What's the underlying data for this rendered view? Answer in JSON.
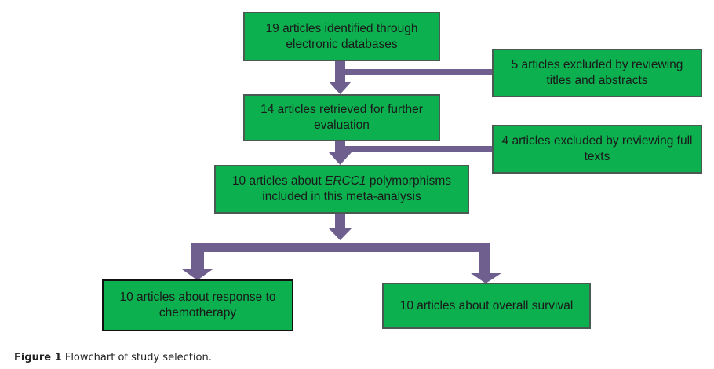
{
  "flowchart": {
    "identified": "19 articles identified through electronic databases",
    "excluded_1": "5 articles excluded by reviewing titles and abstracts",
    "retrieved": "14 articles retrieved for further evaluation",
    "excluded_2": "4 articles excluded by reviewing full texts",
    "included_prefix": "10 articles about ",
    "included_gene": "ERCC1",
    "included_suffix": " polymorphisms included in this meta-analysis",
    "response": "10 articles about response to chemotherapy",
    "survival": "10 articles about overall survival"
  },
  "colors": {
    "box_fill": "#0cb04f",
    "arrow": "#6e5f8f"
  },
  "caption": {
    "label": "Figure 1",
    "text": "Flowchart of study selection."
  }
}
